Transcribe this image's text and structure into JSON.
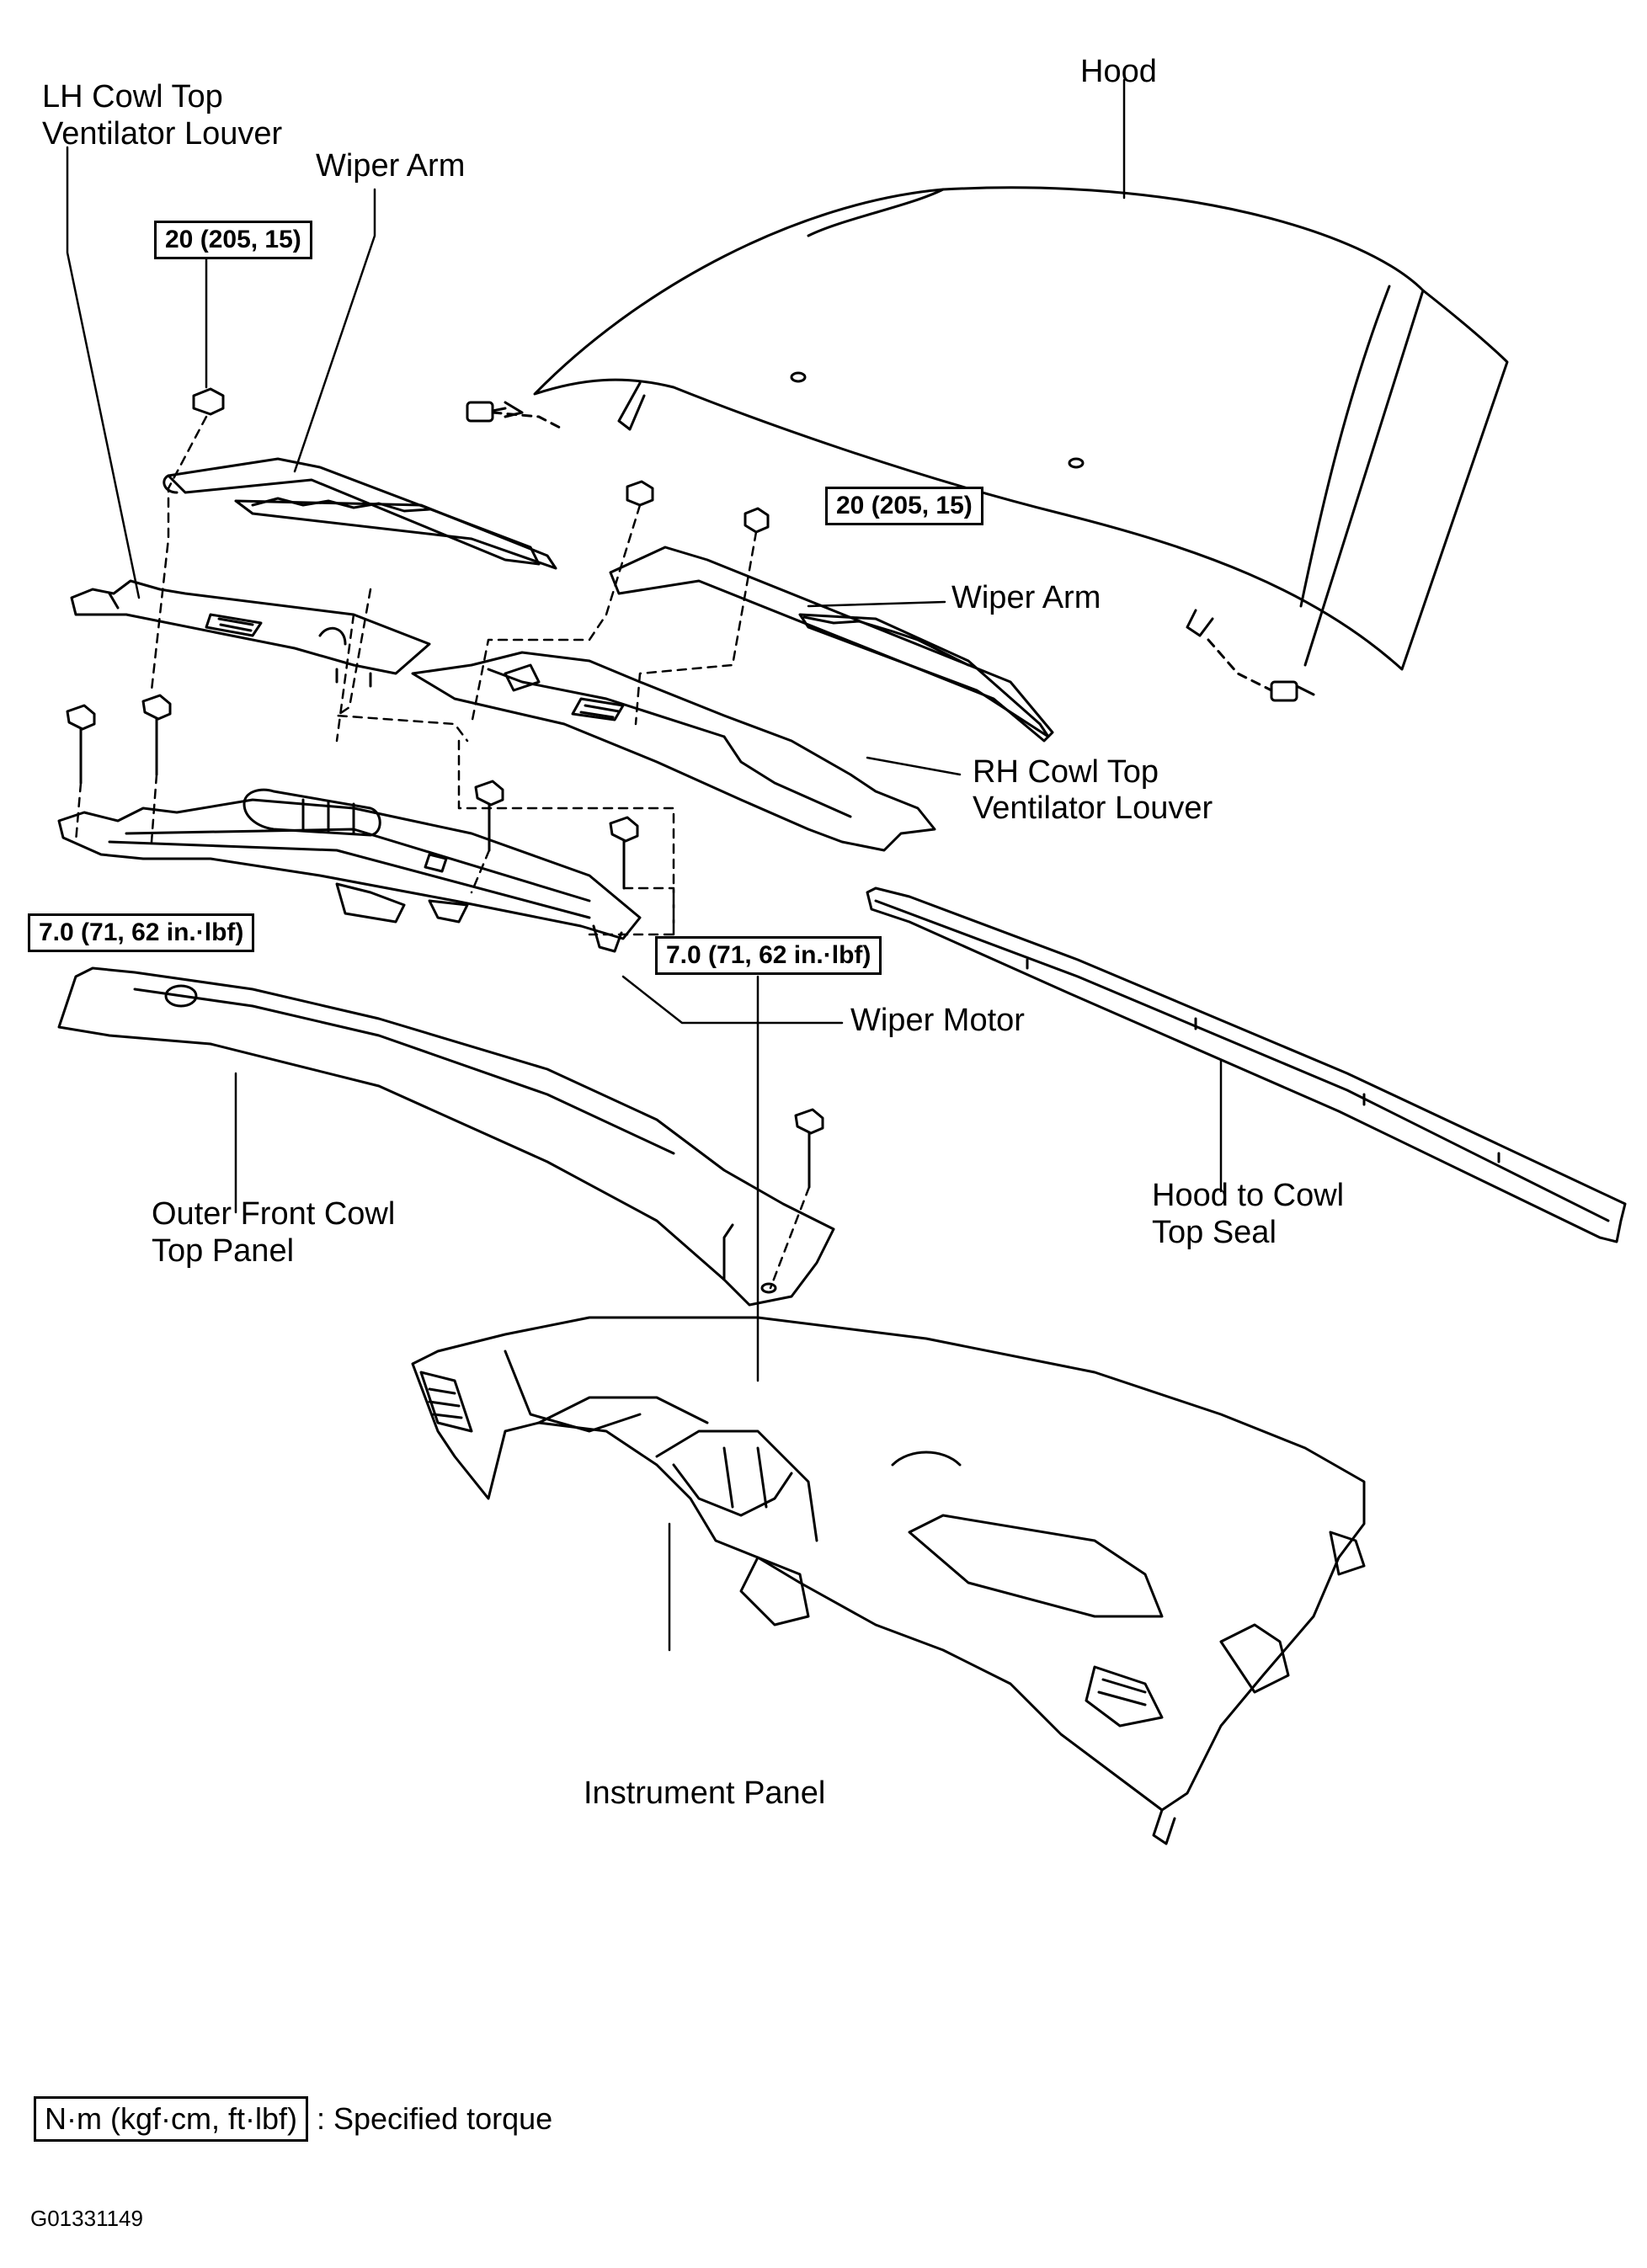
{
  "labels": {
    "hood": "Hood",
    "lh_louver_1": "LH Cowl Top",
    "lh_louver_2": "Ventilator Louver",
    "wiper_arm_left": "Wiper Arm",
    "wiper_arm_right": "Wiper Arm",
    "rh_louver_1": "RH Cowl Top",
    "rh_louver_2": "Ventilator Louver",
    "wiper_motor": "Wiper Motor",
    "outer_cowl_1": "Outer Front Cowl",
    "outer_cowl_2": "Top Panel",
    "hood_seal_1": "Hood to Cowl",
    "hood_seal_2": "Top Seal",
    "instrument_panel": "Instrument Panel"
  },
  "torque": {
    "wiper_arm_left": "20 (205, 15)",
    "wiper_arm_right": "20 (205, 15)",
    "motor_left": "7.0 (71, 62 in.·lbf)",
    "motor_right": "7.0 (71, 62 in.·lbf)"
  },
  "legend": {
    "unit": "N·m (kgf·cm, ft·lbf)",
    "desc": ": Specified torque"
  },
  "figure_code": "G01331149"
}
